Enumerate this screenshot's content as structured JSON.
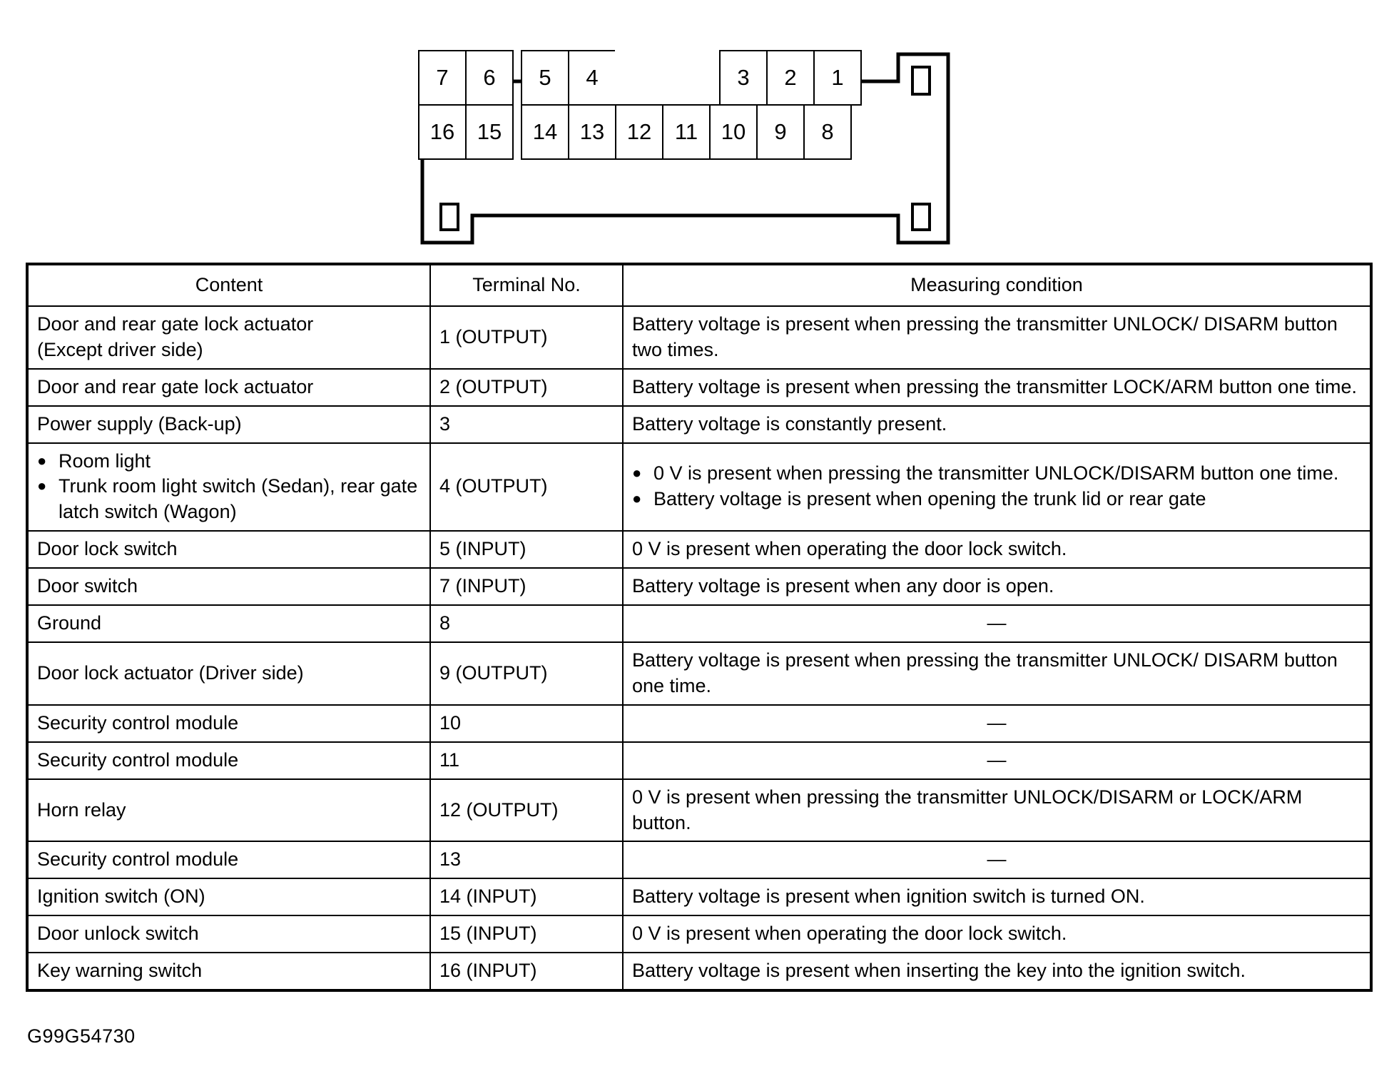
{
  "connector": {
    "name": "16-pin-connector-pinout",
    "top_row": [
      "7",
      "6",
      "",
      "5",
      "4"
    ],
    "bottom_row": [
      "16",
      "15",
      "",
      "14",
      "13",
      "12",
      "11",
      "10",
      "9",
      "8"
    ],
    "top_row_right": [
      "3",
      "2",
      "1"
    ],
    "all_pins_top": [
      "7",
      "6",
      "5",
      "4",
      "3",
      "2",
      "1"
    ],
    "all_pins_bottom": [
      "16",
      "15",
      "14",
      "13",
      "12",
      "11",
      "10",
      "9",
      "8"
    ]
  },
  "table": {
    "headers": {
      "content": "Content",
      "terminal": "Terminal No.",
      "condition": "Measuring condition"
    },
    "rows": [
      {
        "content_lines": [
          "Door and rear gate lock actuator",
          "(Except driver side)"
        ],
        "terminal": "1 (OUTPUT)",
        "condition": "Battery voltage is present when pressing the transmitter UNLOCK/ DISARM button two times."
      },
      {
        "content_lines": [
          "Door and rear gate lock actuator"
        ],
        "terminal": "2 (OUTPUT)",
        "condition": "Battery voltage is present when pressing the transmitter LOCK/ARM button one time."
      },
      {
        "content_lines": [
          "Power supply (Back-up)"
        ],
        "terminal": "3",
        "condition": "Battery voltage is constantly present."
      },
      {
        "content_bullets": [
          "Room light",
          "Trunk room light switch (Sedan), rear gate latch switch (Wagon)"
        ],
        "terminal": "4 (OUTPUT)",
        "condition_bullets": [
          "0 V is present when pressing the transmitter UNLOCK/DISARM button one time.",
          "Battery voltage is present when opening the trunk lid or rear gate"
        ]
      },
      {
        "content_lines": [
          "Door lock switch"
        ],
        "terminal": "5 (INPUT)",
        "condition": "0 V is present when operating the door lock switch."
      },
      {
        "content_lines": [
          "Door switch"
        ],
        "terminal": "7 (INPUT)",
        "condition": "Battery voltage is present when any door is open."
      },
      {
        "content_lines": [
          "Ground"
        ],
        "terminal": "8",
        "condition": "—"
      },
      {
        "content_lines": [
          "Door lock actuator (Driver side)"
        ],
        "terminal": "9 (OUTPUT)",
        "condition": "Battery voltage is present when pressing the transmitter UNLOCK/ DISARM button one time."
      },
      {
        "content_lines": [
          "Security control module"
        ],
        "terminal": "10",
        "condition": "—"
      },
      {
        "content_lines": [
          "Security control module"
        ],
        "terminal": "11",
        "condition": "—"
      },
      {
        "content_lines": [
          "Horn relay"
        ],
        "terminal": "12 (OUTPUT)",
        "condition": "0 V is present when pressing the transmitter UNLOCK/DISARM or LOCK/ARM button."
      },
      {
        "content_lines": [
          "Security control module"
        ],
        "terminal": "13",
        "condition": "—"
      },
      {
        "content_lines": [
          "Ignition switch (ON)"
        ],
        "terminal": "14 (INPUT)",
        "condition": "Battery voltage is present when ignition switch is turned ON."
      },
      {
        "content_lines": [
          "Door unlock switch"
        ],
        "terminal": "15 (INPUT)",
        "condition": "0 V is present when operating the door lock switch."
      },
      {
        "content_lines": [
          "Key warning switch"
        ],
        "terminal": "16 (INPUT)",
        "condition": "Battery voltage is present when inserting the key into the ignition switch."
      }
    ]
  },
  "figure_code": "G99G54730"
}
